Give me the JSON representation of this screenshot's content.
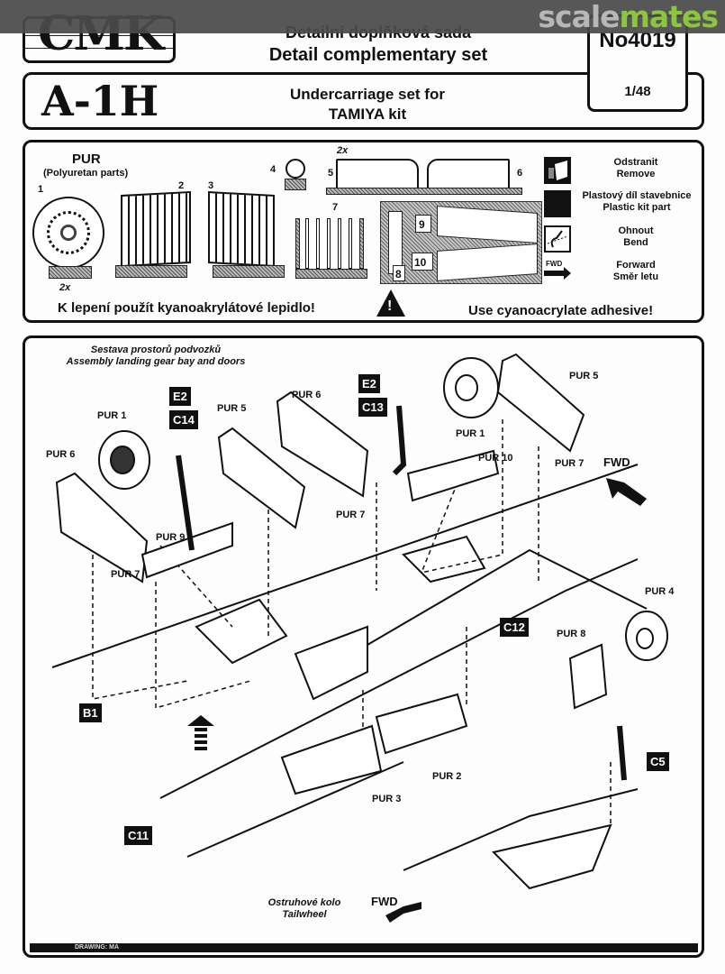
{
  "watermark": {
    "part1": "scale",
    "part2": "mates"
  },
  "header": {
    "brand_logo": "CMK",
    "title_cz": "Detailní doplňková sada",
    "title_en": "Detail complementary set",
    "catalog_number": "No4019",
    "model": "A-1H",
    "subtitle_line1": "Undercarriage set for",
    "subtitle_line2": "TAMIYA kit",
    "scale": "1/48"
  },
  "parts_panel": {
    "title": "PUR",
    "subtitle": "(Polyuretan parts)",
    "parts": [
      {
        "num": "1",
        "qty": "2x"
      },
      {
        "num": "2"
      },
      {
        "num": "3"
      },
      {
        "num": "4"
      },
      {
        "num": "5",
        "qty": "2x"
      },
      {
        "num": "6"
      },
      {
        "num": "7"
      },
      {
        "num": "8"
      },
      {
        "num": "9"
      },
      {
        "num": "10"
      }
    ],
    "legend": [
      {
        "icon": "remove-icon",
        "cz": "Odstranit",
        "en": "Remove"
      },
      {
        "icon": "plastic-part-icon",
        "cz": "Plastový díl stavebnice",
        "en": "Plastic kit part"
      },
      {
        "icon": "bend-icon",
        "cz": "Ohnout",
        "en": "Bend"
      },
      {
        "icon": "forward-arrow-icon",
        "arrow_label": "FWD",
        "cz": "Forward",
        "en": "Směr letu"
      }
    ],
    "note_cz": "K lepení použít kyanoakrylátové lepidlo!",
    "note_en": "Use cyanoacrylate adhesive!",
    "warning_icon": "warning-triangle-icon",
    "warning_mark": "!"
  },
  "assembly": {
    "title_cz": "Sestava prostorů podvozků",
    "title_en": "Assembly landing gear bay and doors",
    "labels": {
      "pur1_left": "PUR 1",
      "pur1_right": "PUR 1",
      "pur5_left": "PUR 5",
      "pur5_right": "PUR 5",
      "pur6_left": "PUR 6",
      "pur6_mid": "PUR 6",
      "pur7_left": "PUR 7",
      "pur7_mid": "PUR 7",
      "pur7_right": "PUR 7",
      "pur9": "PUR 9",
      "pur10": "PUR 10",
      "pur4": "PUR 4",
      "pur8": "PUR 8",
      "pur2": "PUR 2",
      "pur3": "PUR 3"
    },
    "kit_tags": {
      "e2_left": "E2",
      "c14": "C14",
      "e2_right": "E2",
      "c13": "C13",
      "b1": "B1",
      "c12": "C12",
      "c11": "C11",
      "c5": "C5"
    },
    "fwd_top": "FWD",
    "fwd_bottom": "FWD",
    "tailwheel_cz": "Ostruhové kolo",
    "tailwheel_en": "Tailwheel",
    "footer": "DRAWING: MA"
  }
}
